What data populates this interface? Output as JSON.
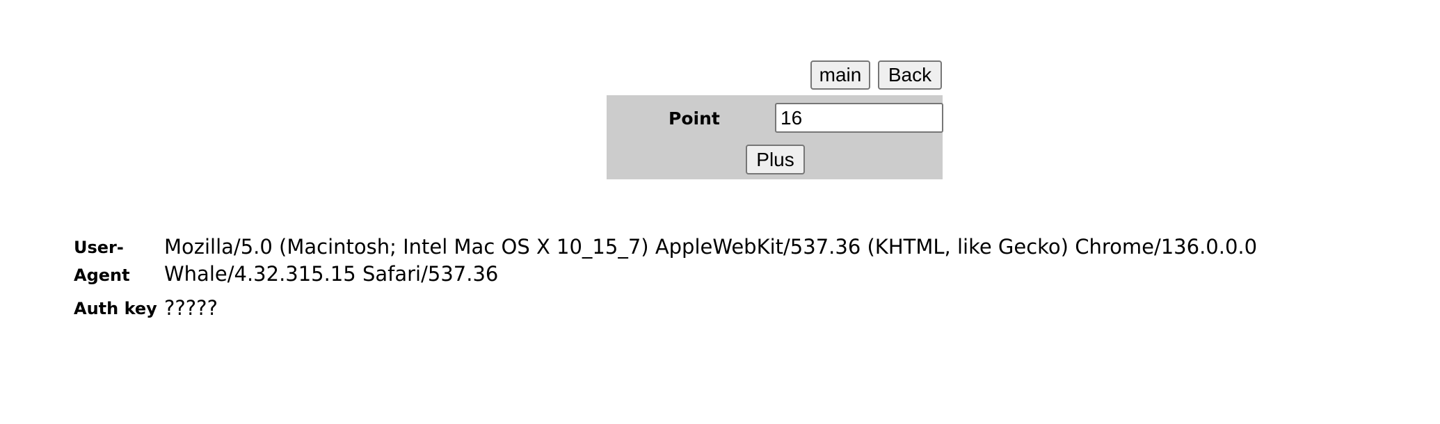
{
  "nav": {
    "main_label": "main",
    "back_label": "Back"
  },
  "point_form": {
    "label": "Point",
    "value": "16",
    "plus_label": "Plus"
  },
  "info": {
    "user_agent_key": "User-Agent",
    "user_agent_value": "Mozilla/5.0 (Macintosh; Intel Mac OS X 10_15_7) AppleWebKit/537.36 (KHTML, like Gecko) Chrome/136.0.0.0 Whale/4.32.315.15 Safari/537.36",
    "auth_key_key": "Auth key",
    "auth_key_value": "?????"
  }
}
